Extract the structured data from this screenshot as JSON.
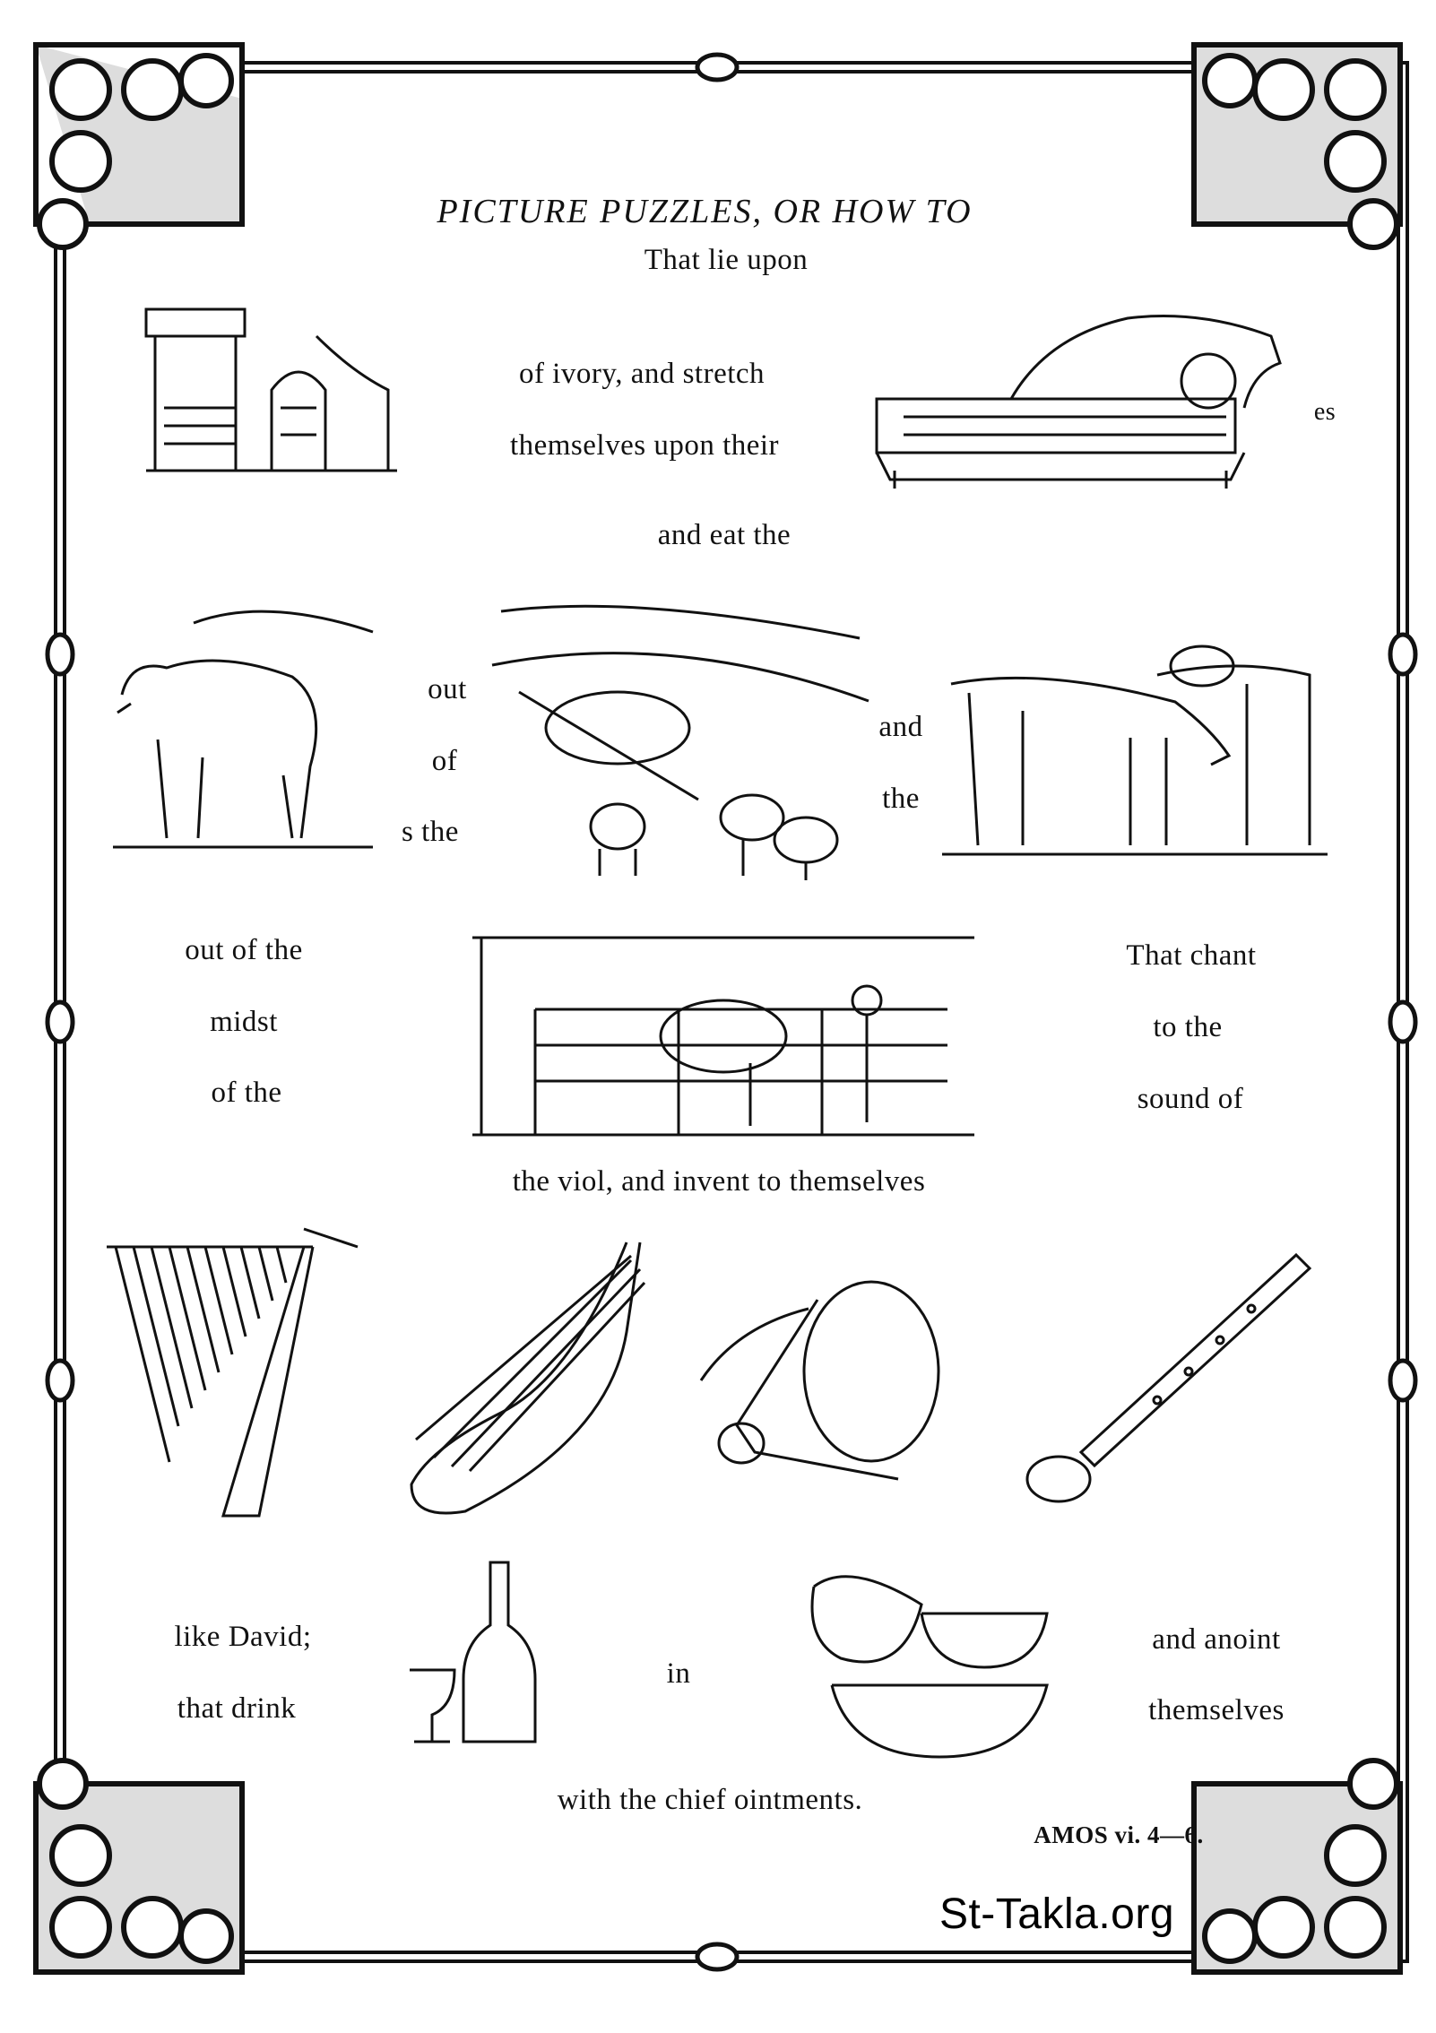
{
  "title": "PICTURE PUZZLES, OR HOW TO",
  "lines": {
    "l1": "That lie upon",
    "l2": "of ivory, and stretch",
    "l3": "themselves upon their",
    "l3b": "es",
    "l4": "and eat the",
    "l5a": "out",
    "l5b": "of",
    "l5c": "s the",
    "l6a": "and",
    "l6b": "the",
    "l7a": "out of the",
    "l7b": "midst",
    "l7c": "of the",
    "l8a": "That chant",
    "l8b": "to the",
    "l8c": "sound of",
    "l9": "the viol, and invent to themselves",
    "l10a": "like David;",
    "l10b": "that drink",
    "l11": "in",
    "l12a": "and anoint",
    "l12b": "themselves",
    "l13": "with the chief ointments."
  },
  "reference": "AMOS vi. 4—6.",
  "watermark": "St-Takla.org",
  "pictures": [
    "bed-icon",
    "sofa-icon",
    "sheep-icon",
    "flock-icon",
    "calves-icon",
    "stable-icon",
    "harp-icon",
    "lyre-icon",
    "drum-icon",
    "flute-icon",
    "wine-bottle-icon",
    "bowls-icon"
  ],
  "colors": {
    "ink": "#111111",
    "paper": "#ffffff"
  }
}
